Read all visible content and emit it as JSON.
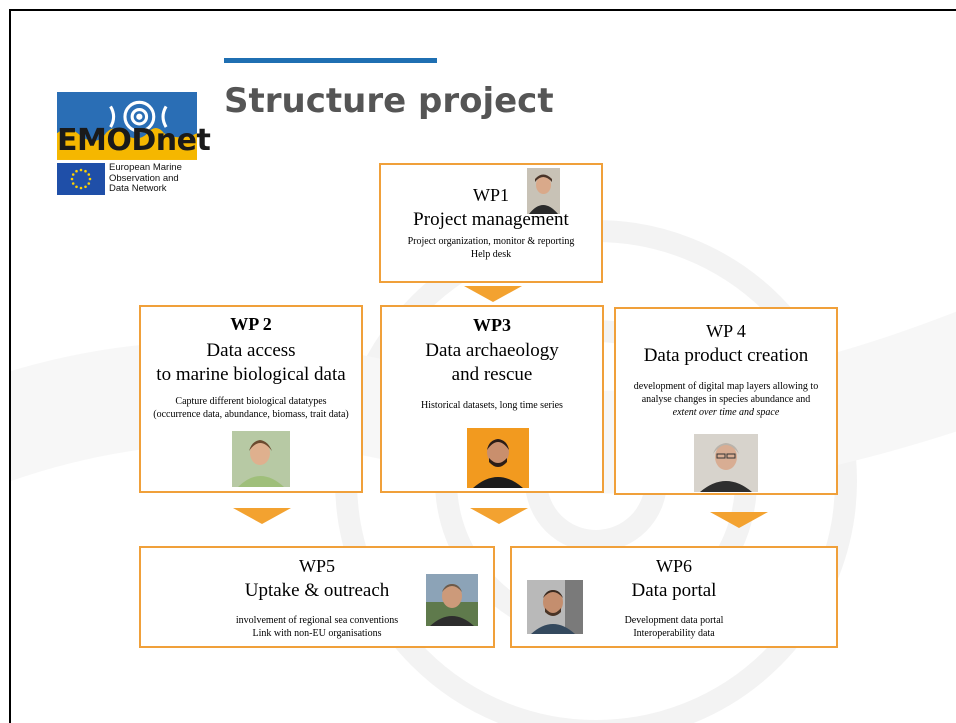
{
  "slide": {
    "title": "Structure project",
    "accent_color": "#1f6fb2",
    "box_border_color": "#f0a03a",
    "arrow_color": "#f3a230"
  },
  "logo": {
    "name": "EMODnet",
    "subtitle_line1": "European Marine",
    "subtitle_line2": "Observation and",
    "subtitle_line3": "Data Network"
  },
  "wp1": {
    "id": "WP1",
    "name": "Project management",
    "desc1": "Project organization, monitor & reporting",
    "desc2": "Help desk"
  },
  "wp2": {
    "id": "WP 2",
    "name1": "Data access",
    "name2": "to marine biological data",
    "desc1": "Capture different biological datatypes",
    "desc2": "(occurrence data, abundance, biomass, trait data)"
  },
  "wp3": {
    "id": "WP3",
    "name1": "Data archaeology",
    "name2": "and rescue",
    "desc1": "Historical datasets, long time series"
  },
  "wp4": {
    "id": "WP 4",
    "name": "Data product creation",
    "desc1": "development of digital map layers allowing to",
    "desc2": "analyse changes in species abundance and",
    "desc3": "extent over time and space"
  },
  "wp5": {
    "id": "WP5",
    "name": "Uptake & outreach",
    "desc1": "involvement of regional sea conventions",
    "desc2": "Link with non-EU organisations"
  },
  "wp6": {
    "id": "WP6",
    "name": "Data portal",
    "desc1": "Development data portal",
    "desc2": "Interoperability data"
  }
}
